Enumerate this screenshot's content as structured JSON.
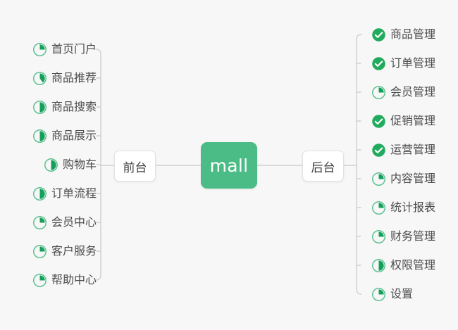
{
  "theme": {
    "background": "#f7f7f7",
    "root_fill": "#4cbc87",
    "root_text": "#ffffff",
    "node_fill": "#ffffff",
    "node_border": "#e2e2e2",
    "node_text": "#3f3f3f",
    "leaf_text": "#4b4b4b",
    "line_color": "#c9c9c9",
    "pie_ring": "#5cc191",
    "pie_fill": "#14a05a",
    "check_fill": "#22ab5e",
    "check_mark": "#ffffff"
  },
  "root": {
    "label": "mall"
  },
  "branches": [
    {
      "id": "front",
      "label": "前台"
    },
    {
      "id": "back",
      "label": "后台"
    }
  ],
  "left": {
    "parent": "前台",
    "items": [
      {
        "label": "首页门户",
        "icon": "pie-progress-icon",
        "progress": 25
      },
      {
        "label": "商品推荐",
        "icon": "pie-progress-icon",
        "progress": 40
      },
      {
        "label": "商品搜索",
        "icon": "pie-progress-icon",
        "progress": 50
      },
      {
        "label": "商品展示",
        "icon": "pie-progress-icon",
        "progress": 50
      },
      {
        "label": "购物车",
        "icon": "pie-progress-icon",
        "progress": 50
      },
      {
        "label": "订单流程",
        "icon": "pie-progress-icon",
        "progress": 50
      },
      {
        "label": "会员中心",
        "icon": "pie-progress-icon",
        "progress": 25
      },
      {
        "label": "客户服务",
        "icon": "pie-progress-icon",
        "progress": 25
      },
      {
        "label": "帮助中心",
        "icon": "pie-progress-icon",
        "progress": 25
      }
    ]
  },
  "right": {
    "parent": "后台",
    "items": [
      {
        "label": "商品管理",
        "icon": "check-circle-icon",
        "progress": 100
      },
      {
        "label": "订单管理",
        "icon": "check-circle-icon",
        "progress": 100
      },
      {
        "label": "会员管理",
        "icon": "pie-progress-icon",
        "progress": 25
      },
      {
        "label": "促销管理",
        "icon": "check-circle-icon",
        "progress": 100
      },
      {
        "label": "运营管理",
        "icon": "check-circle-icon",
        "progress": 100
      },
      {
        "label": "内容管理",
        "icon": "pie-progress-icon",
        "progress": 25
      },
      {
        "label": "统计报表",
        "icon": "pie-progress-icon",
        "progress": 25
      },
      {
        "label": "财务管理",
        "icon": "pie-progress-icon",
        "progress": 25
      },
      {
        "label": "权限管理",
        "icon": "pie-progress-icon",
        "progress": 50
      },
      {
        "label": "设置",
        "icon": "pie-progress-icon",
        "progress": 25
      }
    ]
  }
}
